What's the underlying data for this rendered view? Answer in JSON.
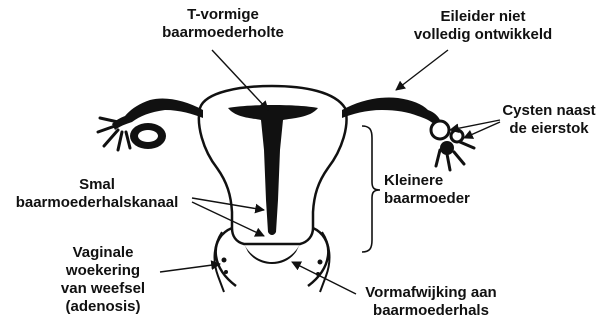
{
  "labels": {
    "t_shaped_cavity": [
      "T-vormige",
      "baarmoederholte"
    ],
    "oviduct": [
      "Eileider niet",
      "volledig ontwikkeld"
    ],
    "cysts": [
      "Cysten naast",
      "de eierstok"
    ],
    "narrow_canal": [
      "Smal",
      "baarmoederhalskanaal"
    ],
    "smaller_uterus": [
      "Kleinere",
      "baarmoeder"
    ],
    "vaginal_adenosis": [
      "Vaginale",
      "woekering",
      "van weefsel",
      "(adenosis)"
    ],
    "cervix_malformation": [
      "Vormafwijking aan",
      "baarmoederhals"
    ]
  },
  "colors": {
    "ink": "#111111",
    "background": "#ffffff"
  }
}
